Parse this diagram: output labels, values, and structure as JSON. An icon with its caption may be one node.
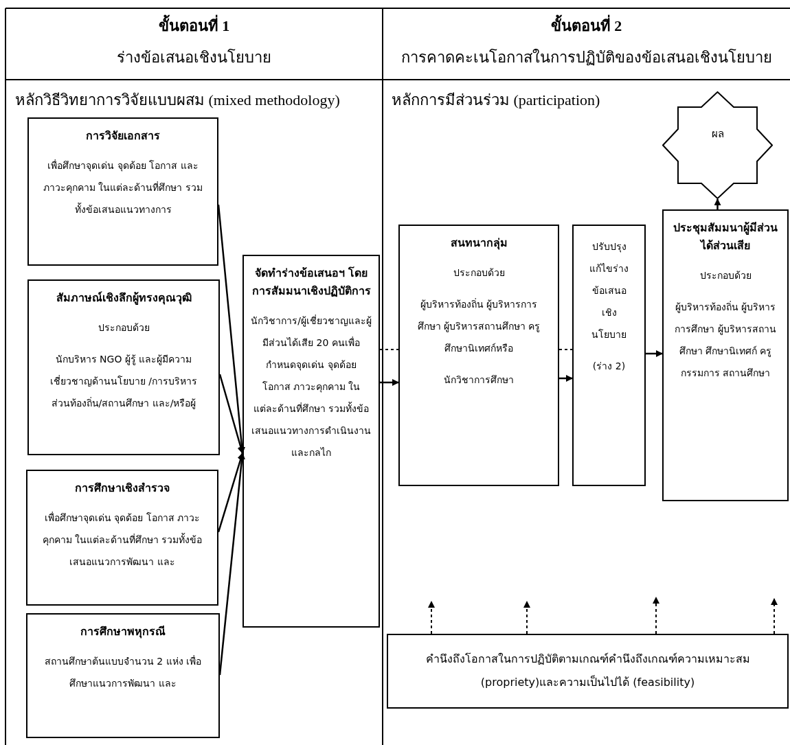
{
  "diagram": {
    "nodes": [
      {
        "text": [
          "การวิจัยเอกสาร",
          "เพื่อศึกษาจุดเด่น จุดด้อย โอกาส และภาวะคุกคาม ในแต่ละด้านที่ศึกษา รวมทั้งข้อเสนอแนวทางการ"
        ]
      },
      {
        "text": [
          "สัมภาษณ์เชิงลึกผู้ทรงคุณวุฒิ",
          "ประกอบด้วย",
          "นักบริหาร NGO ผู้รู้ และผู้มีความเชี่ยวชาญด้านนโยบาย /การบริหารส่วนท้องถิ่น/สถานศึกษา และ/หรือผู้"
        ]
      },
      {
        "text": [
          "การศึกษาเชิงสำรวจ",
          "เพื่อศึกษาจุดเด่น จุดด้อย โอกาส ภาวะคุกคาม ในแต่ละด้านที่ศึกษา รวมทั้งข้อเสนอแนวการพัฒนา และ"
        ]
      },
      {
        "text": [
          "การศึกษาพหุกรณี",
          "สถานศึกษาต้นแบบจำนวน 2 แห่ง เพื่อศึกษาแนวการพัฒนา และ"
        ]
      },
      {
        "text": [
          "จัดทำร่างข้อเสนอฯ โดยการสัมมนาเชิงปฏิบัติการ",
          "นักวิชาการ/ผู้เชี่ยวชาญและผู้มีส่วนได้เสีย 20 คนเพื่อกำหนดจุดเด่น จุดด้อย โอกาส ภาวะคุกคาม ในแต่ละด้านที่ศึกษา รวมทั้งข้อเสนอแนวทางการดำเนินงาน และกลไก"
        ]
      },
      {
        "text": [
          "สนทนากลุ่ม",
          "ประกอบด้วย",
          "ผู้บริหารท้องถิ่น ผู้บริหารการศึกษา ผู้บริหารสถานศึกษา ครูศึกษานิเทศก์หรือ",
          "นักวิชาการศึกษา"
        ]
      },
      {
        "text": [
          "ปรับปรุงแก้ไขร่างข้อเสนอเชิงนโยบาย",
          "(ร่าง 2)"
        ]
      },
      {
        "text": [
          "ประชุมสัมมนาผู้มีส่วนได้ส่วนเสีย",
          "ประกอบด้วย",
          "ผู้บริหารท้องถิ่น ผู้บริหารการศึกษา ผู้บริหารสถานศึกษา ศึกษานิเทศก์ ครู กรรมการ สถานศึกษา"
        ]
      },
      {
        "text": [
          "ผล"
        ]
      },
      {
        "text": [
          "คำนึงถึงโอกาสในการปฏิบัติตามเกณฑ์คำนึงถึงเกณฑ์ความเหมาะสม (propriety)และความเป็นไปได้ (feasibility)"
        ]
      }
    ],
    "edges": [
      {
        "from": 0,
        "to": 4,
        "arrow": "to"
      },
      {
        "from": 1,
        "to": 4,
        "arrow": "to"
      },
      {
        "from": 2,
        "to": 4,
        "arrow": "to"
      },
      {
        "from": 3,
        "to": 4,
        "arrow": "to"
      },
      {
        "from": 4,
        "to": 5,
        "arrow": "to"
      },
      {
        "from": 4,
        "to": 5,
        "arrow": "none",
        "style": "dashed"
      },
      {
        "from": 5,
        "to": 6,
        "arrow": "none",
        "style": "dashed"
      },
      {
        "from": 5,
        "to": 6,
        "arrow": "to"
      },
      {
        "from": 6,
        "to": 7,
        "arrow": "to"
      },
      {
        "from": 7,
        "to": 8,
        "arrow": "to"
      },
      {
        "from": 9,
        "to": null,
        "arrow": "to",
        "style": "dashed"
      },
      {
        "from": 9,
        "to": null,
        "arrow": "to",
        "style": "dashed"
      },
      {
        "from": 9,
        "to": null,
        "arrow": "to",
        "style": "dashed"
      },
      {
        "from": 9,
        "to": null,
        "arrow": "to",
        "style": "dashed"
      }
    ],
    "labels": [
      "ขั้นตอนที่ 1",
      "ขั้นตอนที่ 2",
      "ร่างข้อเสนอเชิงนโยบาย",
      "การคาดคะเนโอกาสในการปฏิบัติของข้อเสนอเชิงนโยบาย",
      "หลักวิธีวิทยาการวิจัยแบบผสม (mixed methodology)",
      "หลักการมีส่วนร่วม (participation)"
    ]
  }
}
